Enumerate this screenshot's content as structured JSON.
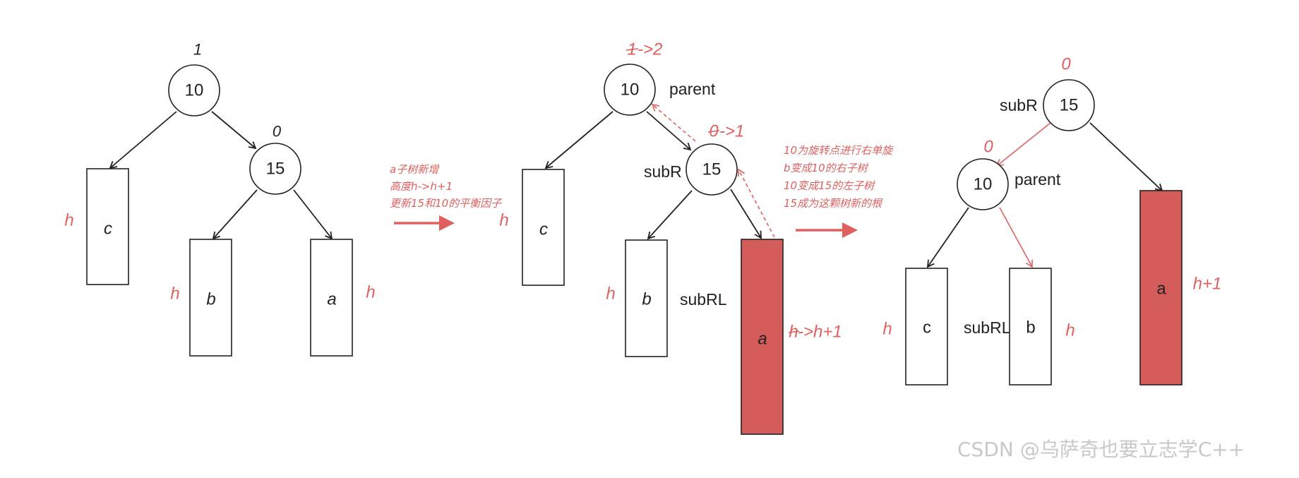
{
  "colors": {
    "accent_red": "#e06060",
    "fill_red": "#d45c5a",
    "stroke": "#222222",
    "watermark": "#c8c8c8"
  },
  "stage1": {
    "root": {
      "value": "10",
      "bf": "1"
    },
    "right": {
      "value": "15",
      "bf": "0"
    },
    "boxes": {
      "c": "c",
      "b": "b",
      "a": "a"
    },
    "heights": {
      "c": "h",
      "b": "h",
      "a": "h"
    }
  },
  "note1": {
    "lines": [
      "a子树新增",
      "高度h->h+1",
      "更新15和10的平衡因子"
    ]
  },
  "stage2": {
    "root": {
      "value": "10",
      "bf_old": "1",
      "bf_new": "->2",
      "role": "parent"
    },
    "right": {
      "value": "15",
      "bf_old": "0",
      "bf_new": "->1",
      "role": "subR"
    },
    "boxes": {
      "c": "c",
      "b": "b",
      "a": "a"
    },
    "heights": {
      "c": "h",
      "b": "h",
      "a_old": "h",
      "a_new": "->h+1"
    },
    "subrl_label": "subRL"
  },
  "note2": {
    "lines": [
      "10为旋转点进行右单旋",
      "b变成10的右子树",
      "10变成15的左子树",
      "15成为这颗树新的根"
    ]
  },
  "stage3": {
    "root": {
      "value": "15",
      "bf": "0",
      "role": "subR"
    },
    "left": {
      "value": "10",
      "bf": "0",
      "role": "parent"
    },
    "boxes": {
      "c": "c",
      "b": "b",
      "a": "a"
    },
    "heights": {
      "c": "h",
      "b": "h",
      "a": "h+1"
    },
    "subrl_label": "subRL"
  },
  "watermark": "CSDN @乌萨奇也要立志学C++"
}
